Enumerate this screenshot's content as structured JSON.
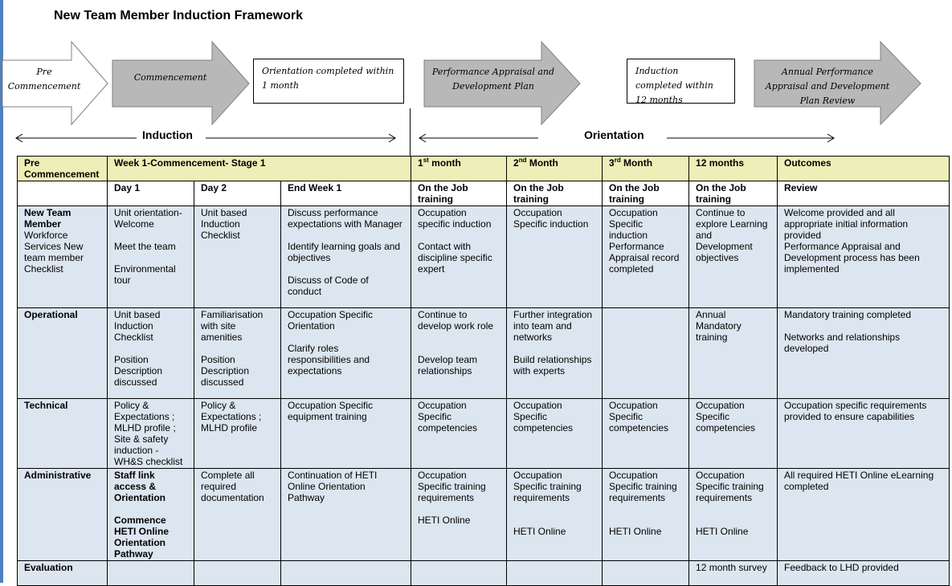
{
  "title": "New Team Member Induction Framework",
  "arrows": [
    {
      "label": "Pre Commencement",
      "fill": "#ffffff"
    },
    {
      "label": "Commencement",
      "fill": "#b8b8b8"
    },
    {
      "label": "Performance Appraisal and Development Plan",
      "fill": "#b8b8b8"
    },
    {
      "label": "Annual Performance Appraisal and Development Plan Review",
      "fill": "#b8b8b8"
    }
  ],
  "boxes": [
    {
      "label": "Orientation completed within 1 month"
    },
    {
      "label": "Induction completed within 12 months"
    }
  ],
  "phases": {
    "induction": "Induction",
    "orientation": "Orientation"
  },
  "header1": {
    "pre": "Pre Commencement",
    "week1": "Week 1-Commencement-  Stage 1",
    "m1_num": "1",
    "m1_sup": "st",
    "m1_rest": " month",
    "m2_num": "2",
    "m2_sup": "nd",
    "m2_rest": " Month",
    "m3_num": "3",
    "m3_sup": "rd",
    "m3_rest": " Month",
    "m12": "12 months",
    "outcomes": "Outcomes"
  },
  "header2": [
    "",
    "Day 1",
    "Day 2",
    "End Week 1",
    "On the Job training",
    "On the Job training",
    "On the Job training",
    "On the Job training",
    "Review"
  ],
  "rows": [
    {
      "label_bold": "New Team Member",
      "label_rest": "Workforce Services New team member Checklist",
      "cells": [
        "Unit orientation- Welcome\n\nMeet the team\n\nEnvironmental tour",
        "Unit based Induction Checklist",
        "Discuss performance expectations with Manager\n\nIdentify learning goals and objectives\n\nDiscuss of Code of conduct",
        "Occupation specific induction\n\nContact with discipline specific expert",
        "Occupation Specific induction",
        "Occupation Specific induction Performance Appraisal record completed",
        "Continue to explore Learning and Development objectives",
        "Welcome provided and all appropriate initial information provided\nPerformance Appraisal and Development process has been implemented"
      ]
    },
    {
      "label_bold": "Operational",
      "label_rest": "",
      "cells": [
        "Unit based Induction Checklist\n\nPosition Description discussed",
        "Familiarisation with site amenities\n\nPosition Description discussed",
        "Occupation Specific Orientation\n\nClarify roles responsibilities and expectations",
        "Continue to develop work role\n\n\nDevelop team relationships",
        "Further integration into team and networks\n\nBuild relationships with experts",
        "",
        "Annual Mandatory training",
        "Mandatory training completed\n\nNetworks and relationships developed"
      ]
    },
    {
      "label_bold": "Technical",
      "label_rest": "",
      "cells": [
        "Policy & Expectations ; MLHD profile ; Site & safety induction - WH&S checklist",
        "Policy & Expectations ; MLHD profile",
        "Occupation Specific equipment training",
        "Occupation Specific competencies",
        "Occupation Specific competencies",
        "Occupation Specific competencies",
        "Occupation Specific competencies",
        "Occupation specific requirements provided to ensure capabilities"
      ]
    },
    {
      "label_bold": "Administrative",
      "label_rest": "",
      "cells": [
        "Staff link access & Orientation\n\nCommence HETI Online Orientation Pathway",
        "Complete all required documentation",
        "Continuation of HETI Online Orientation Pathway",
        "Occupation Specific training requirements\n\nHETI Online",
        "Occupation Specific training requirements\n\n\nHETI Online",
        "Occupation Specific training requirements\n\n\nHETI Online",
        "Occupation Specific training requirements\n\n\nHETI Online",
        "All required HETI Online eLearning completed"
      ]
    },
    {
      "label_bold": "Evaluation",
      "label_rest": "",
      "cells": [
        "",
        "",
        "",
        "",
        "",
        "",
        "12 month survey",
        "Feedback to LHD provided"
      ]
    }
  ]
}
